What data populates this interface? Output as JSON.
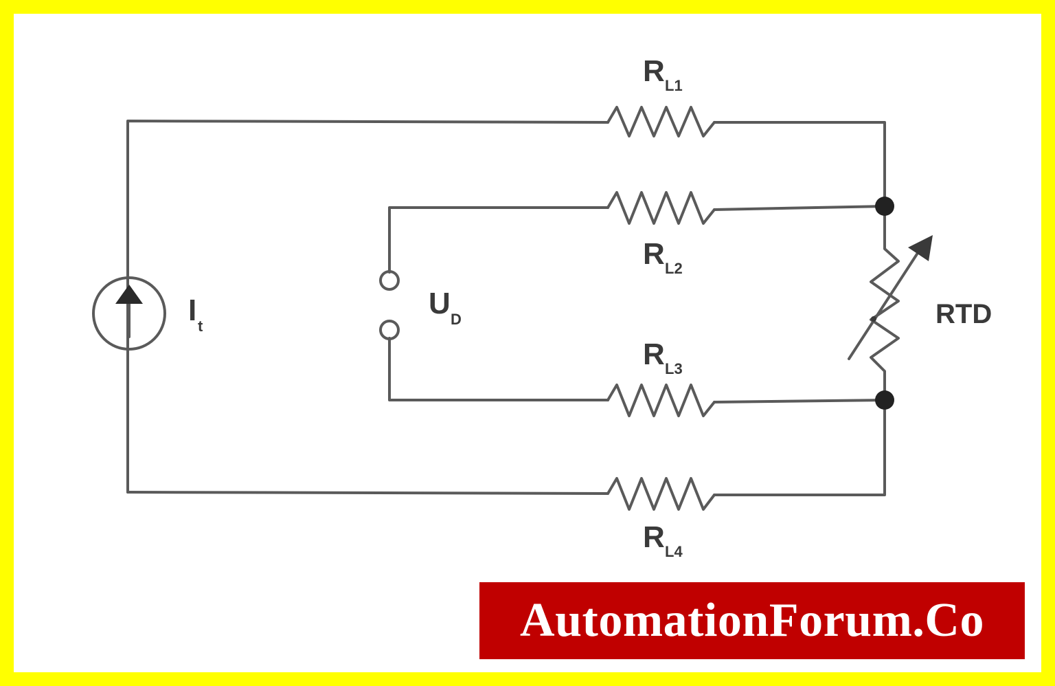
{
  "colors": {
    "frame": "#ffff00",
    "background": "#ffffff",
    "wire": "#5a5a5a",
    "label": "#3a3a3a",
    "brand_bg": "#c00000",
    "brand_text": "#ffffff"
  },
  "labels": {
    "rl1": {
      "main": "R",
      "sub": "L1"
    },
    "rl2": {
      "main": "R",
      "sub": "L2"
    },
    "rl3": {
      "main": "R",
      "sub": "L3"
    },
    "rl4": {
      "main": "R",
      "sub": "L4"
    },
    "source": {
      "main": "I",
      "sub": "t"
    },
    "output": {
      "main": "U",
      "sub": "D"
    },
    "rtd": "RTD"
  },
  "components": {
    "current_source_icon": "current-source-arrow-up",
    "terminal_icon": "open-terminal-circle",
    "node_icon": "junction-dot",
    "rtd_icon": "variable-resistor"
  },
  "brand": {
    "text": "AutomationForum.Co"
  }
}
